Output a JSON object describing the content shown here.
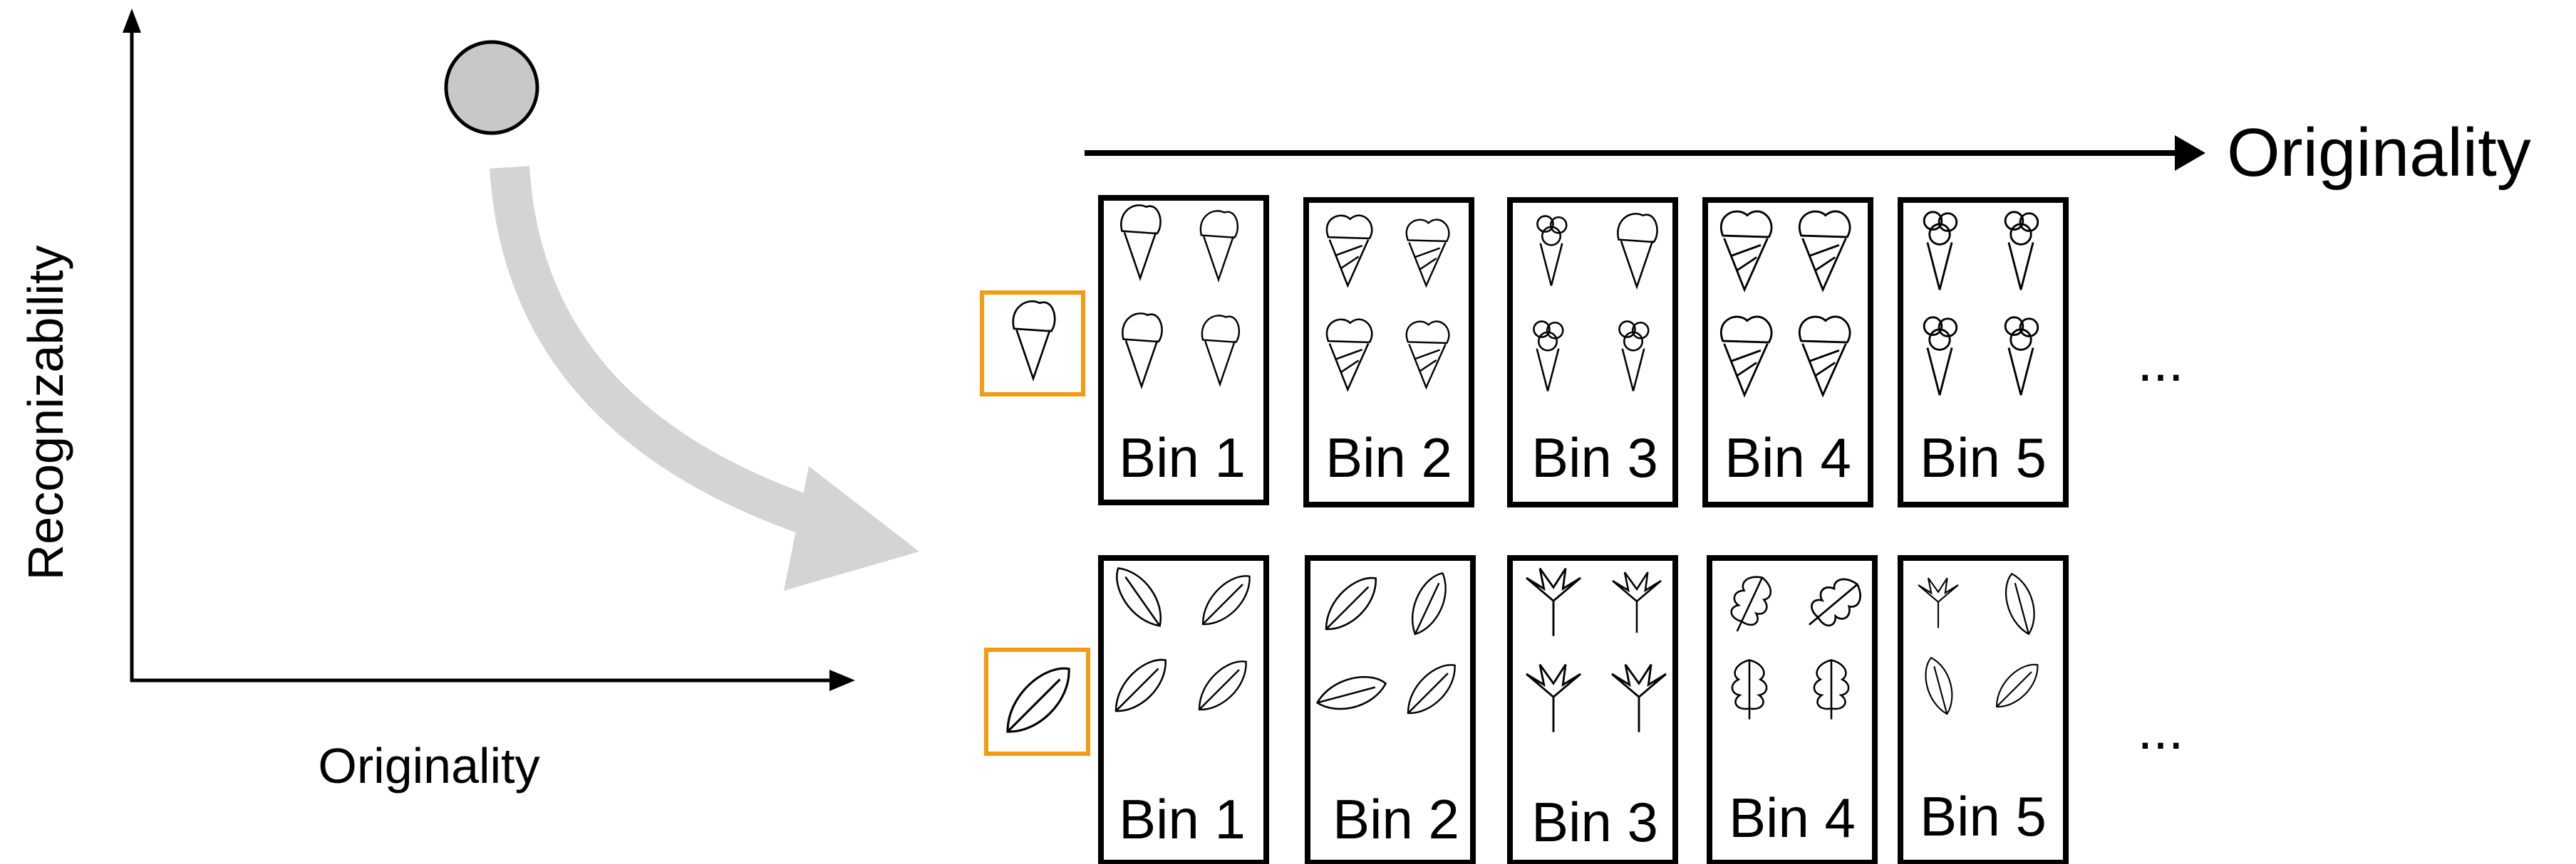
{
  "plot": {
    "x_axis_label": "Originality",
    "y_axis_label": "Recognizability"
  },
  "ranking": {
    "axis_label": "Originality",
    "ellipsis": "..."
  },
  "colors": {
    "highlight": "#f39c12",
    "point_fill": "#c8c8c8",
    "curve_arrow": "#d4d4d4",
    "line": "#000000"
  },
  "rows": [
    {
      "category": "ice-cream",
      "bins": [
        {
          "label": "Bin 1"
        },
        {
          "label": "Bin 2"
        },
        {
          "label": "Bin 3"
        },
        {
          "label": "Bin 4"
        },
        {
          "label": "Bin 5"
        }
      ]
    },
    {
      "category": "leaf",
      "bins": [
        {
          "label": "Bin 1"
        },
        {
          "label": "Bin 2"
        },
        {
          "label": "Bin 3"
        },
        {
          "label": "Bin 4"
        },
        {
          "label": "Bin 5"
        }
      ]
    }
  ]
}
